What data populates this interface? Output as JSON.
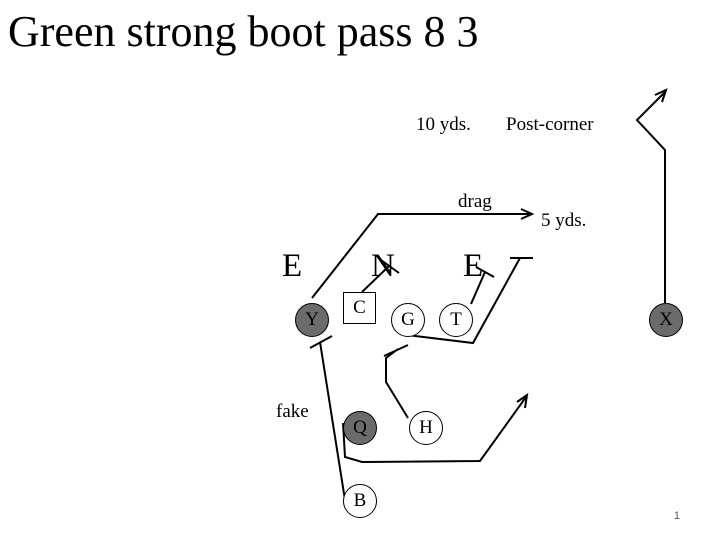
{
  "title": "Green strong boot pass 8 3",
  "annotations": {
    "x_route": "10 yds.",
    "x_route_type": "Post-corner",
    "y_route": "drag",
    "y_depth": "5 yds.",
    "fake": "fake"
  },
  "defenders": [
    "E",
    "N",
    "E"
  ],
  "offense": {
    "y": "Y",
    "c": "C",
    "g": "G",
    "t": "T",
    "x": "X",
    "q": "Q",
    "h": "H",
    "b": "B"
  },
  "colors": {
    "key_player_fill": "#6b6b6b",
    "line": "#000000"
  },
  "page_number": "1"
}
